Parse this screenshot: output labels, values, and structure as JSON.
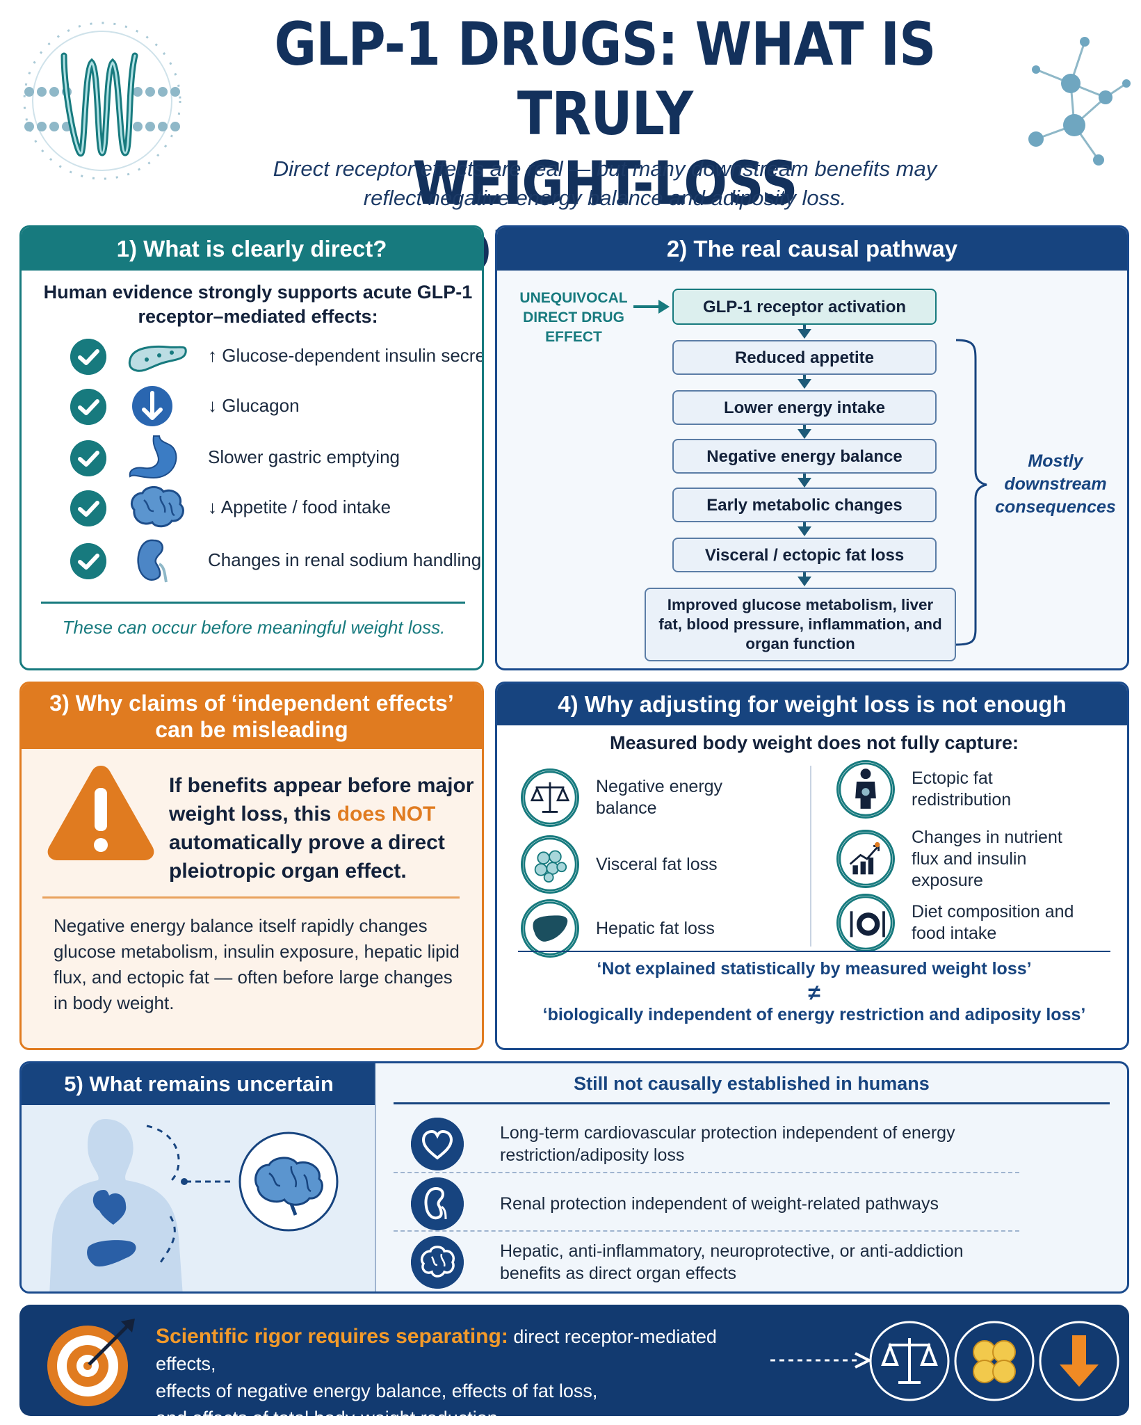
{
  "header": {
    "title_line1": "GLP-1 DRUGS: WHAT IS TRULY",
    "title_line2": "WEIGHT-LOSS INDEPENDENT?",
    "subtitle_line1": "Direct receptor effects are real — but many downstream benefits may",
    "subtitle_line2": "reflect negative energy balance and adiposity loss.",
    "left_icon": "receptor-membrane-icon",
    "right_icon": "molecule-network-icon"
  },
  "panel1": {
    "title": "1) What is clearly direct?",
    "intro": "Human evidence strongly supports acute GLP-1 receptor–mediated effects:",
    "items": [
      {
        "text": "↑ Glucose-dependent insulin secretion",
        "icon": "pancreas-icon"
      },
      {
        "text": "↓ Glucagon",
        "icon": "down-arrow-icon"
      },
      {
        "text": "Slower gastric emptying",
        "icon": "stomach-icon"
      },
      {
        "text": "↓ Appetite / food intake",
        "icon": "brain-icon"
      },
      {
        "text": "Changes in renal sodium handling",
        "icon": "kidney-icon"
      }
    ],
    "footer": "These can occur before meaningful weight loss."
  },
  "panel2": {
    "title": "2) The real causal pathway",
    "direct_label": "UNEQUIVOCAL DIRECT DRUG EFFECT",
    "steps": [
      "GLP-1 receptor activation",
      "Reduced appetite",
      "Lower energy intake",
      "Negative energy balance",
      "Early metabolic changes",
      "Visceral / ectopic fat loss",
      "Improved glucose metabolism, liver fat, blood pressure, inflammation, and organ function"
    ],
    "brace_label": "Mostly downstream consequences"
  },
  "panel3": {
    "title": "3) Why claims of ‘independent effects’ can be misleading",
    "main_pre": "If benefits appear before major weight loss, this ",
    "main_highlight": "does NOT",
    "main_post": " automatically prove a direct pleiotropic organ effect.",
    "body": "Negative energy balance itself rapidly changes glucose metabolism, insulin exposure, hepatic lipid flux, and ectopic fat — often before large changes in body weight.",
    "icon": "warning-icon"
  },
  "panel4": {
    "title": "4) Why adjusting for weight loss is not enough",
    "intro": "Measured body weight does not fully capture:",
    "left_items": [
      {
        "text": "Negative energy balance",
        "icon": "balance-scale-icon"
      },
      {
        "text": "Visceral fat loss",
        "icon": "fat-cells-icon"
      },
      {
        "text": "Hepatic fat loss",
        "icon": "liver-icon"
      }
    ],
    "right_items": [
      {
        "text": "Ectopic fat redistribution",
        "icon": "body-silhouette-icon"
      },
      {
        "text": "Changes in nutrient flux and insulin exposure",
        "icon": "chart-trend-icon"
      },
      {
        "text": "Diet composition and food intake",
        "icon": "plate-utensils-icon"
      }
    ],
    "quote1": "‘Not explained statistically by measured weight loss’",
    "neq": "≠",
    "quote2": "‘biologically independent of energy restriction and adiposity loss’"
  },
  "panel5": {
    "title": "5) What remains uncertain",
    "subtitle": "Still not causally established in humans",
    "items": [
      {
        "text": "Long-term cardiovascular protection independent of energy restriction/adiposity loss",
        "icon": "heart-icon"
      },
      {
        "text": "Renal protection independent of weight-related pathways",
        "icon": "kidney-icon"
      },
      {
        "text": "Hepatic, anti-inflammatory, neuroprotective, or anti-addiction benefits as direct organ effects",
        "icon": "brain-icon"
      }
    ],
    "figure_icon": "human-organs-figure-icon"
  },
  "banner": {
    "highlight": "Scientific rigor requires separating:",
    "text_line1": " direct receptor-mediated effects,",
    "text_line2": "effects of negative energy balance, effects of fat loss,",
    "text_line3": "and effects of total body-weight reduction.",
    "icons": [
      "target-icon",
      "balance-scale-icon",
      "fat-cells-icon",
      "down-arrow-icon"
    ]
  },
  "colors": {
    "navy": "#17447f",
    "teal": "#177a7e",
    "orange": "#e07b20",
    "banner": "#123a70"
  }
}
